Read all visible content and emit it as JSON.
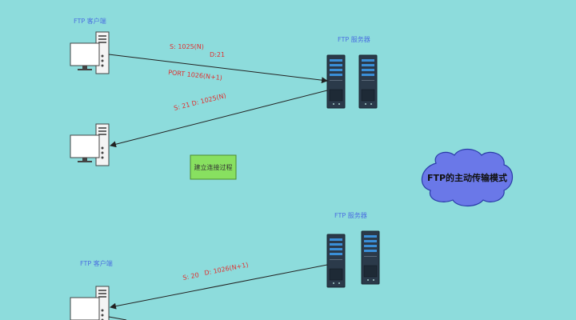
{
  "labels": {
    "client_top": "FTP 客户端",
    "server_top": "FTP 服务器",
    "client_bottom": "FTP 客户端",
    "server_bottom": "FTP 服务器",
    "arrow1_a": "S: 1025(N)",
    "arrow1_b": "D:21",
    "arrow1_c": "PORT 1026(N+1)",
    "arrow2": "S: 21 D: 1025(N)",
    "arrow3_a": "S: 20",
    "arrow3_b": "D: 1026(N+1)",
    "process_box": "建立连接过程",
    "cloud": "FTP的主动传输模式"
  },
  "colors": {
    "background": "#8ddcdc",
    "label_blue": "#4a6fe0",
    "label_red": "#e03030",
    "process_box": "#88e060",
    "cloud": "#6a78e8",
    "server_body": "#2b3a4a",
    "server_light": "#3a8fd8"
  }
}
